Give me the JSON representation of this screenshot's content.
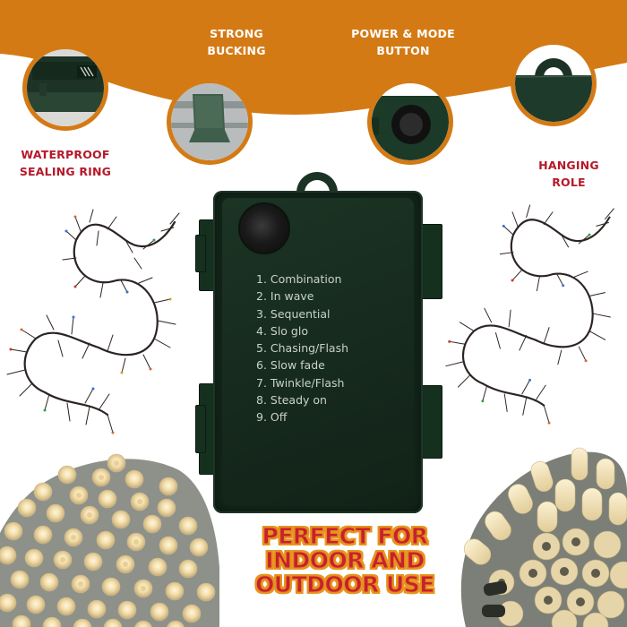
{
  "banner": {
    "background_color": "#d47a15",
    "features": [
      {
        "id": "sealing",
        "label_line1": "WATERPROOF",
        "label_line2": "SEALING RING",
        "label_color": "#b5192a",
        "icon": "battery-box-corner-icon"
      },
      {
        "id": "bucking",
        "label_line1": "STRONG",
        "label_line2": "BUCKING",
        "label_color": "#ffffff",
        "icon": "clip-buckle-icon"
      },
      {
        "id": "power",
        "label_line1": "POWER & MODE",
        "label_line2": "BUTTON",
        "label_color": "#ffffff",
        "icon": "power-button-icon"
      },
      {
        "id": "hanging",
        "label_line1": "HANGING",
        "label_line2": "ROLE",
        "label_color": "#b5192a",
        "icon": "hanging-loop-icon"
      }
    ]
  },
  "battery_box": {
    "color": "#13261a",
    "text_color": "#c9d2c9",
    "modes": [
      "1. Combination",
      "2. In wave",
      "3. Sequential",
      "4. Slo glo",
      "5. Chasing/Flash",
      "6. Slow fade",
      "7. Twinkle/Flash",
      "8. Steady on",
      "9. Off"
    ]
  },
  "tagline": {
    "line1": "PERFECT FOR",
    "line2": "INDOOR AND",
    "line3": "OUTDOOR USE",
    "fill_color": "#c8202e",
    "outline_color": "#e8951f"
  },
  "decor": {
    "left_string_lights": "cluster-string-lights",
    "right_string_lights": "cluster-string-lights",
    "bottom_left_bulbs": "warm-white-led-bulbs",
    "bottom_right_bulbs": "warm-white-led-bulbs"
  }
}
